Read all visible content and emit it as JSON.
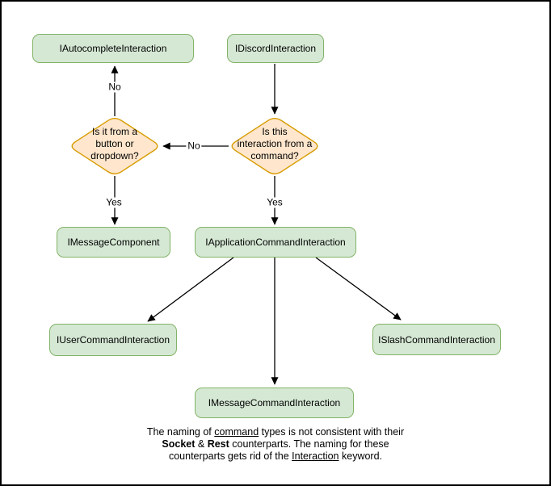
{
  "diagram": {
    "nodes": {
      "autocomplete": {
        "label": "IAutocompleteInteraction"
      },
      "discord": {
        "label": "IDiscordInteraction"
      },
      "button_dropdown_q": {
        "lines": [
          "Is it from a",
          "button or",
          "dropdown?"
        ]
      },
      "command_q": {
        "lines": [
          "Is this",
          "interaction from a",
          "command?"
        ]
      },
      "message_component": {
        "label": "IMessageComponent"
      },
      "application_command": {
        "label": "IApplicationCommandInteraction"
      },
      "user_command": {
        "label": "IUserCommandInteraction"
      },
      "slash_command": {
        "label": "ISlashCommandInteraction"
      },
      "message_command": {
        "label": "IMessageCommandInteraction"
      }
    },
    "edge_labels": {
      "to_autocomplete": "No",
      "to_button_dropdown": "No",
      "to_message_component": "Yes",
      "to_application_command": "Yes"
    },
    "caption": {
      "line1_pre": "The naming of ",
      "line1_u": "command",
      "line1_post": " types is not consistent with their",
      "line2_b1": "Socket",
      "line2_mid": " & ",
      "line2_b2": "Rest",
      "line2_post": " counterparts. The naming for these",
      "line3_pre": "counterparts gets rid of the ",
      "line3_u": "Interaction",
      "line3_post": " keyword."
    },
    "colors": {
      "node_fill": "#d5e8d4",
      "node_border": "#82b366",
      "decision_fill": "#ffe6cc",
      "decision_border": "#d79b00",
      "edge": "#000000",
      "canvas_border": "#000000",
      "background": "#ffffff"
    }
  }
}
